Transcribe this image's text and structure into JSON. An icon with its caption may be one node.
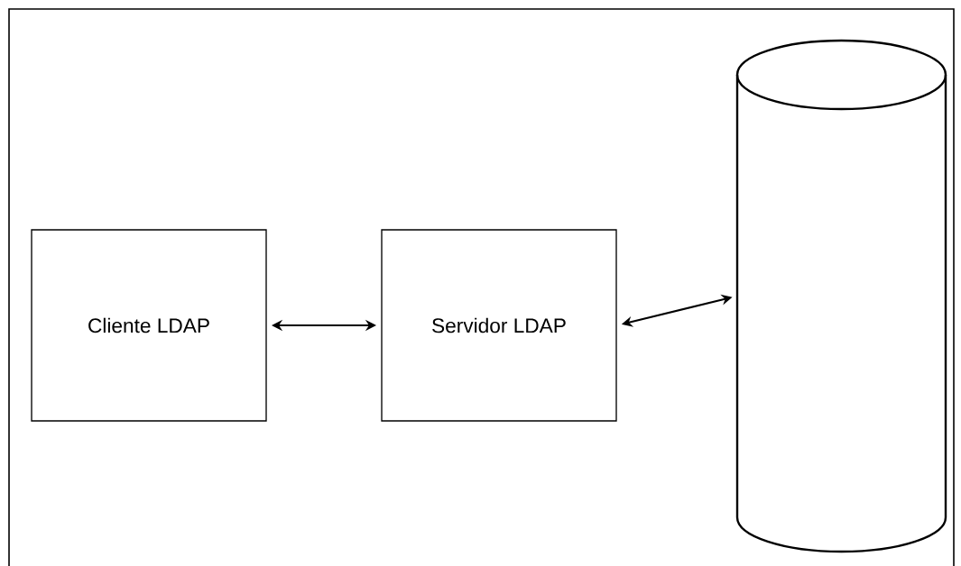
{
  "diagram": {
    "nodes": [
      {
        "text": [
          "Cliente LDAP"
        ]
      },
      {
        "text": [
          "Servidor LDAP"
        ]
      },
      {
        "text": [],
        "shape": "cylinder"
      }
    ],
    "edges": [
      {
        "from": 0,
        "to": 1,
        "arrow": "both"
      },
      {
        "from": 1,
        "to": 2,
        "arrow": "both"
      }
    ]
  }
}
